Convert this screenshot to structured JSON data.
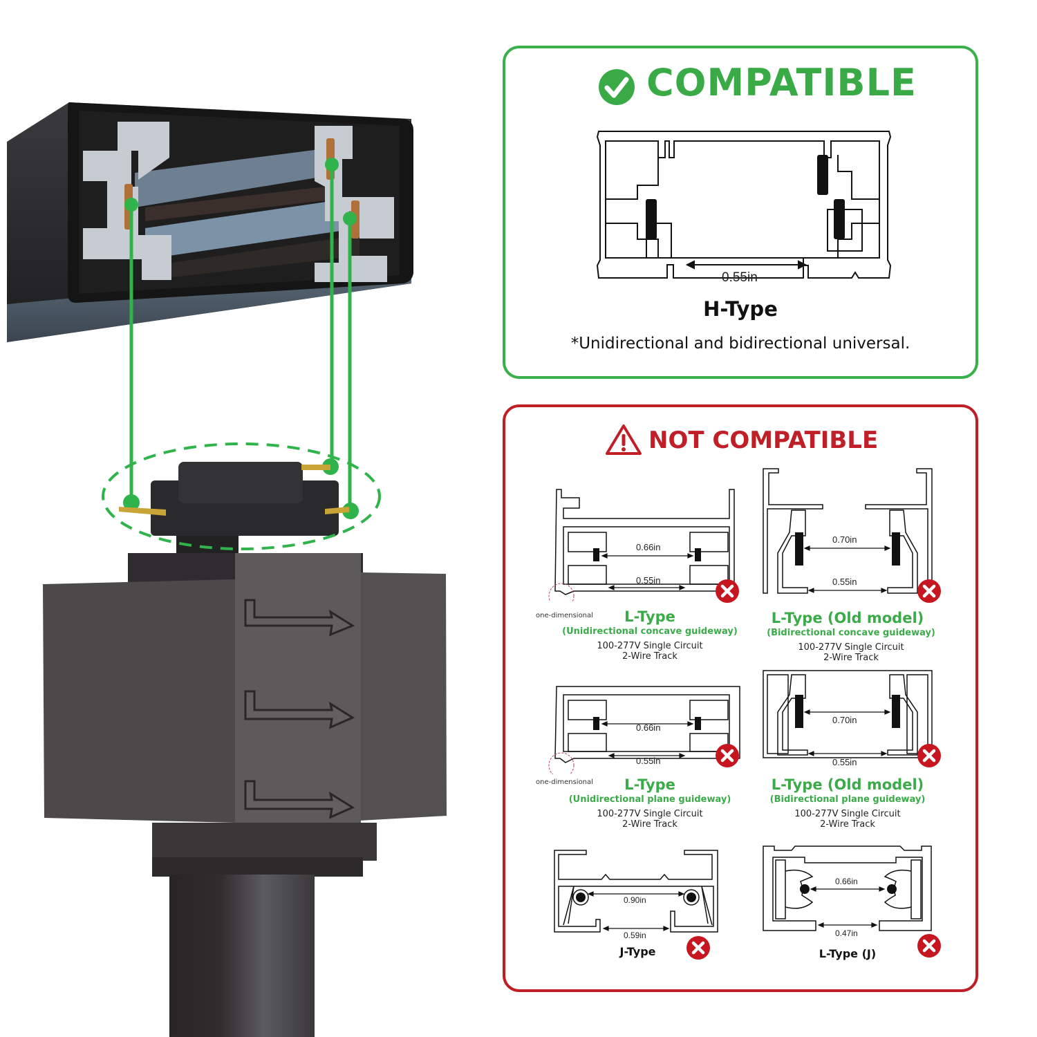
{
  "left_illustration": {
    "track_photo": "track-cross-section-photo",
    "adapter_photo": "track-adapter-photo",
    "connector_lines_color": "#2fb34a",
    "arrow_markers": [
      "arrow-right",
      "arrow-right",
      "arrow-right"
    ]
  },
  "compatible": {
    "icon": "check-circle-icon",
    "title": "COMPATIBLE",
    "accent_color": "#3ab04a",
    "diagram": {
      "dimension": "0.55in"
    },
    "type_label": "H-Type",
    "note": "*Unidirectional and bidirectional universal."
  },
  "not_compatible": {
    "icon": "warning-triangle-icon",
    "title": "NOT COMPATIBLE",
    "accent_color": "#bf1e24",
    "items": [
      {
        "dims": [
          "0.66in",
          "0.55in"
        ],
        "side_note": "one-dimensional",
        "type": "L-Type",
        "subtype": "(Unidirectional concave guideway)",
        "spec_line1": "100-277V Single Circuit",
        "spec_line2": "2-Wire Track",
        "status_icon": "x-circle-icon"
      },
      {
        "dims": [
          "0.70in",
          "0.55in"
        ],
        "type": "L-Type (Old model)",
        "subtype": "(Bidirectional concave guideway)",
        "spec_line1": "100-277V Single Circuit",
        "spec_line2": "2-Wire Track",
        "status_icon": "x-circle-icon"
      },
      {
        "dims": [
          "0.66in",
          "0.55in"
        ],
        "side_note": "one-dimensional",
        "type": "L-Type",
        "subtype": "(Unidirectional plane guideway)",
        "spec_line1": "100-277V Single Circuit",
        "spec_line2": "2-Wire Track",
        "status_icon": "x-circle-icon"
      },
      {
        "dims": [
          "0.70in",
          "0.55in"
        ],
        "type": "L-Type (Old model)",
        "subtype": "(Bidirectional plane guideway)",
        "spec_line1": "100-277V Single Circuit",
        "spec_line2": "2-Wire Track",
        "status_icon": "x-circle-icon"
      },
      {
        "dims": [
          "0.90in",
          "0.59in"
        ],
        "type": "J-Type",
        "status_icon": "x-circle-icon"
      },
      {
        "dims": [
          "0.66in",
          "0.47in"
        ],
        "type": "L-Type (J)",
        "status_icon": "x-circle-icon"
      }
    ]
  }
}
